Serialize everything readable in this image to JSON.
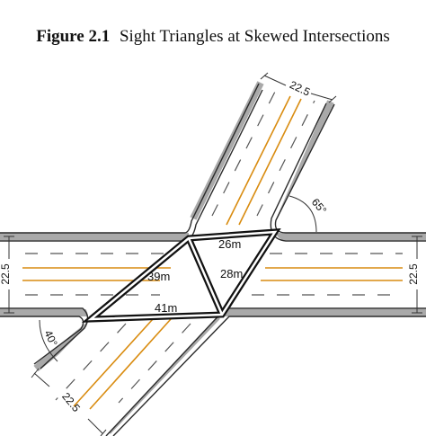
{
  "figure": {
    "label": "Figure 2.1",
    "title": "Sight Triangles at Skewed Intersections"
  },
  "diagram": {
    "road_widths": {
      "left": "22.5",
      "right": "22.5",
      "upper_leg": "22.5",
      "lower_leg": "22.5"
    },
    "angles": {
      "upper_right": "65°",
      "lower_left": "40°"
    },
    "sight_triangle_distances": {
      "top": "26m",
      "left": "39m",
      "right": "28m",
      "bottom": "41m"
    },
    "colors": {
      "road_edge": "#a9a9a9",
      "road_outline": "#2a2a2a",
      "centerline": "#d98c10",
      "lane_dash": "#555555",
      "sight_line": "#111111"
    }
  }
}
